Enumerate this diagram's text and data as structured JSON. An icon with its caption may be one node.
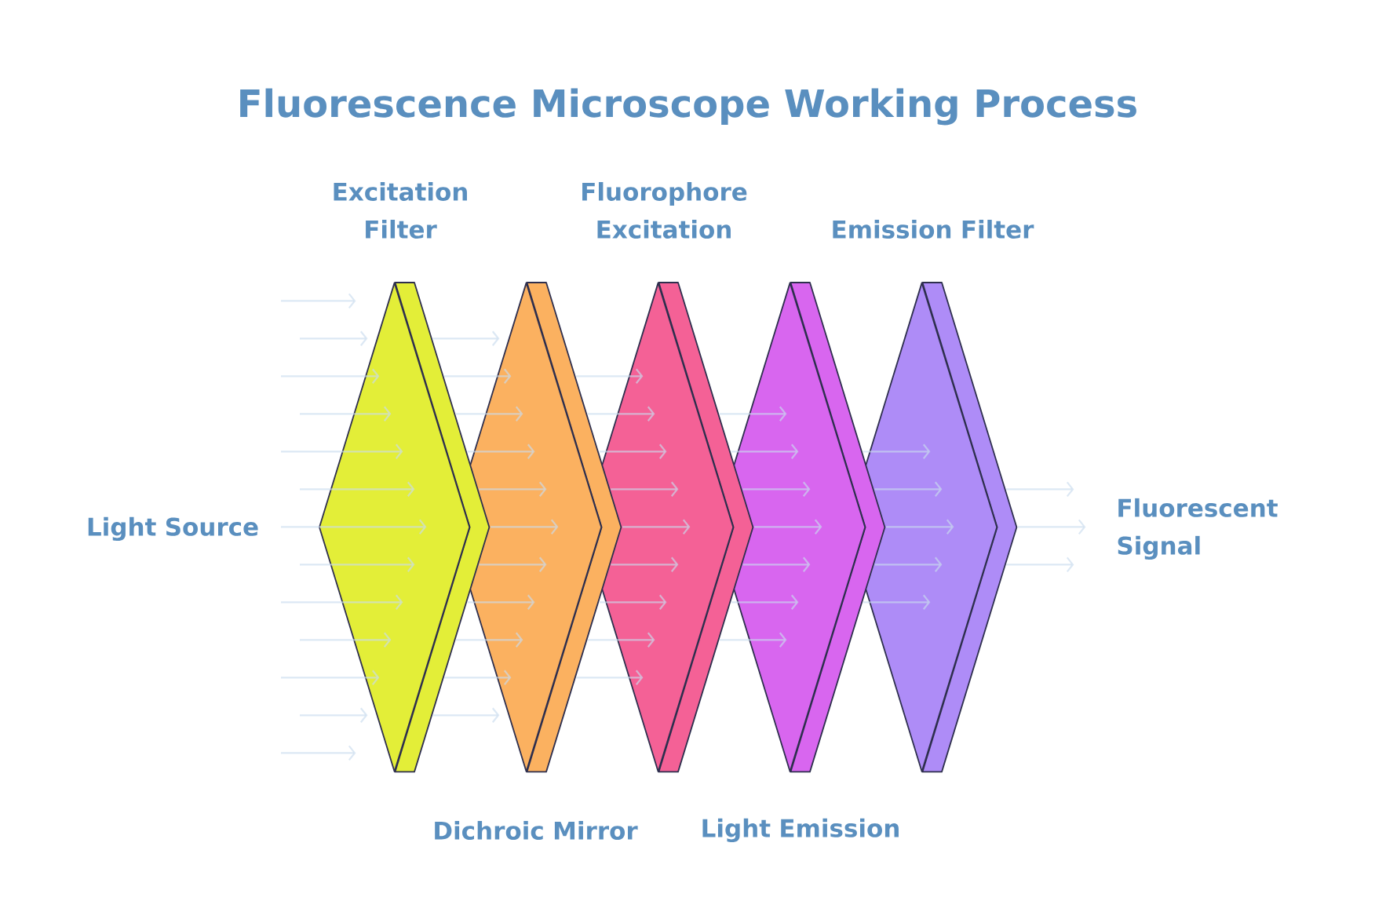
{
  "diagram": {
    "title": "Fluorescence Microscope Working Process",
    "nodes": [
      {
        "text": [
          "Light Source"
        ]
      },
      {
        "text": [
          "Excitation Filter"
        ]
      },
      {
        "text": [
          "Dichroic Mirror"
        ]
      },
      {
        "text": [
          "Fluorophore Excitation"
        ]
      },
      {
        "text": [
          "Light Emission"
        ]
      },
      {
        "text": [
          "Emission Filter"
        ]
      },
      {
        "text": [
          "Fluorescent Signal"
        ]
      }
    ],
    "edges": [
      {
        "from": null,
        "to": 1,
        "arrow": "to"
      },
      {
        "from": null,
        "to": 1,
        "arrow": "to"
      },
      {
        "from": null,
        "to": 1,
        "arrow": "to"
      },
      {
        "from": null,
        "to": 1,
        "arrow": "to"
      },
      {
        "from": null,
        "to": 1,
        "arrow": "to"
      },
      {
        "from": 0,
        "to": 1,
        "arrow": "to"
      },
      {
        "from": null,
        "to": 1,
        "arrow": "to"
      },
      {
        "from": null,
        "to": 1,
        "arrow": "to"
      },
      {
        "from": null,
        "to": 1,
        "arrow": "to"
      },
      {
        "from": null,
        "to": 1,
        "arrow": "to"
      },
      {
        "from": null,
        "to": 1,
        "arrow": "to"
      },
      {
        "from": 1,
        "to": 2,
        "arrow": "to"
      },
      {
        "from": 1,
        "to": 2,
        "arrow": "to"
      },
      {
        "from": 1,
        "to": 2,
        "arrow": "to"
      },
      {
        "from": 1,
        "to": 2,
        "arrow": "to"
      },
      {
        "from": 1,
        "to": 2,
        "arrow": "to"
      },
      {
        "from": 1,
        "to": 2,
        "arrow": "to"
      },
      {
        "from": 1,
        "to": 2,
        "arrow": "to"
      },
      {
        "from": 1,
        "to": 2,
        "arrow": "to"
      },
      {
        "from": 1,
        "to": 2,
        "arrow": "to"
      },
      {
        "from": 1,
        "to": 2,
        "arrow": "to"
      },
      {
        "from": 1,
        "to": 2,
        "arrow": "to"
      },
      {
        "from": 2,
        "to": 3,
        "arrow": "to"
      },
      {
        "from": 2,
        "to": 3,
        "arrow": "to"
      },
      {
        "from": 2,
        "to": 3,
        "arrow": "to"
      },
      {
        "from": 2,
        "to": 3,
        "arrow": "to"
      },
      {
        "from": 2,
        "to": 3,
        "arrow": "to"
      },
      {
        "from": 2,
        "to": 3,
        "arrow": "to"
      },
      {
        "from": 2,
        "to": 3,
        "arrow": "to"
      },
      {
        "from": 2,
        "to": 3,
        "arrow": "to"
      },
      {
        "from": 2,
        "to": 3,
        "arrow": "to"
      },
      {
        "from": 3,
        "to": 4,
        "arrow": "to"
      },
      {
        "from": 3,
        "to": 4,
        "arrow": "to"
      },
      {
        "from": 3,
        "to": 4,
        "arrow": "to"
      },
      {
        "from": 3,
        "to": 4,
        "arrow": "to"
      },
      {
        "from": 3,
        "to": 4,
        "arrow": "to"
      },
      {
        "from": 3,
        "to": 4,
        "arrow": "to"
      },
      {
        "from": 3,
        "to": 4,
        "arrow": "to"
      },
      {
        "from": 4,
        "to": 5,
        "arrow": "to"
      },
      {
        "from": 4,
        "to": 5,
        "arrow": "to"
      },
      {
        "from": 4,
        "to": 5,
        "arrow": "to"
      },
      {
        "from": 4,
        "to": 5,
        "arrow": "to"
      },
      {
        "from": 4,
        "to": 5,
        "arrow": "to"
      },
      {
        "from": 5,
        "to": 6,
        "arrow": "to"
      },
      {
        "from": 5,
        "to": 6,
        "arrow": "to"
      },
      {
        "from": 5,
        "to": 6,
        "arrow": "to"
      }
    ]
  }
}
